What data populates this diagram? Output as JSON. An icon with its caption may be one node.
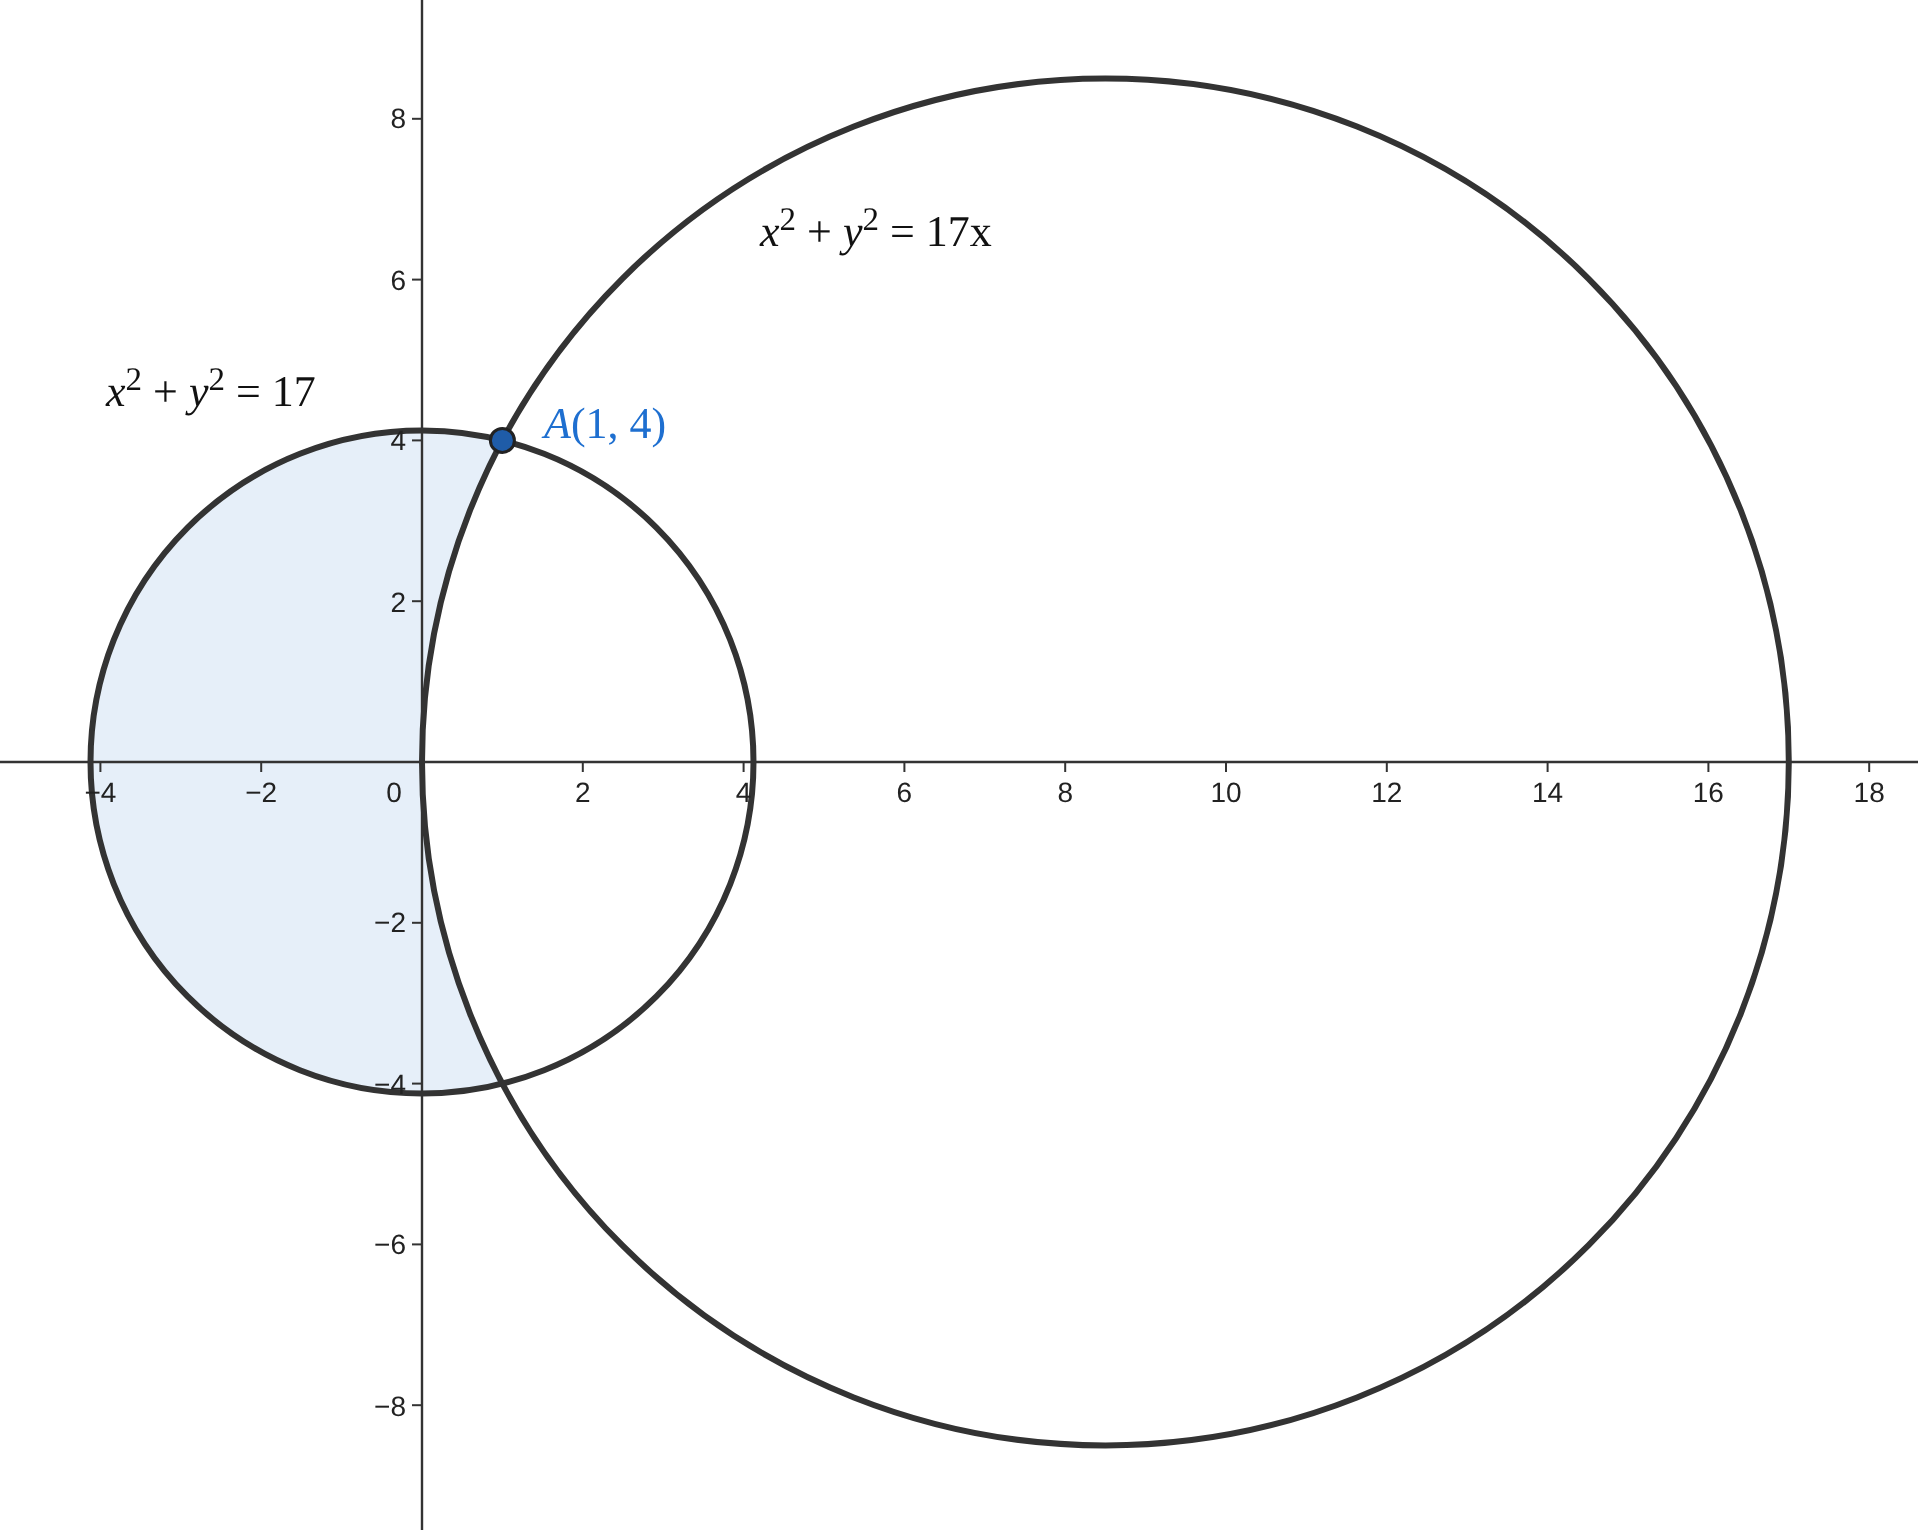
{
  "diagram": {
    "labels": [
      "8",
      "6",
      "*x*$^{2}$ + *y*$^{2}$ = 17x",
      "*x*$^{2}$ + *y*$^{2}$ = 17",
      "*A*(1, 4)",
      "4",
      "2",
      "−4",
      "−2",
      "0",
      "2",
      "4",
      "6",
      "8",
      "10",
      "12",
      "14",
      "16",
      "18",
      "−2",
      "−4",
      "−6",
      "−8"
    ]
  }
}
